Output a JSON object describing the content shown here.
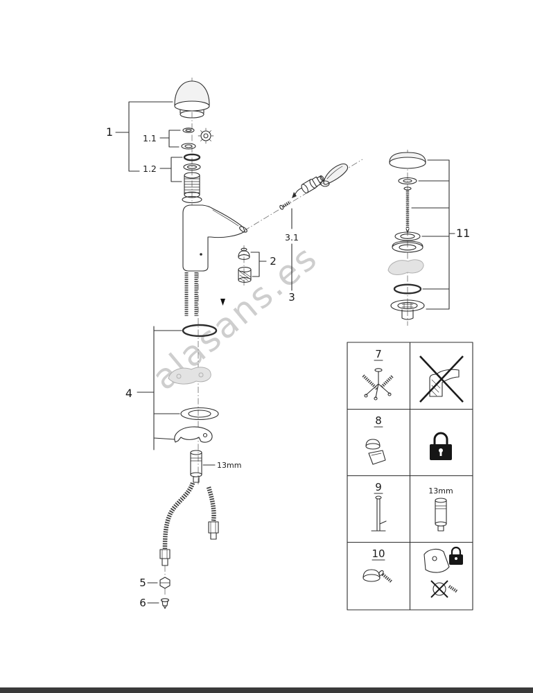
{
  "colors": {
    "line": "#2d2d2d",
    "ghost": "#b0b0b0",
    "watermark": "#c9c9c9",
    "footer": "#3a3a3a"
  },
  "page": {
    "watermark": "alasans.es"
  },
  "callouts": {
    "group1": "1",
    "group1_1": "1.1",
    "group1_2": "1.2",
    "item2": "2",
    "item3": "3",
    "item3_1": "3.1",
    "item4": "4",
    "item5": "5",
    "item6": "6",
    "item11": "11",
    "hose_size": "13mm"
  },
  "legend_table": {
    "rows": [
      {
        "number": "7"
      },
      {
        "number": "8"
      },
      {
        "number": "9",
        "right_note": "13mm"
      },
      {
        "number": "10"
      }
    ]
  }
}
